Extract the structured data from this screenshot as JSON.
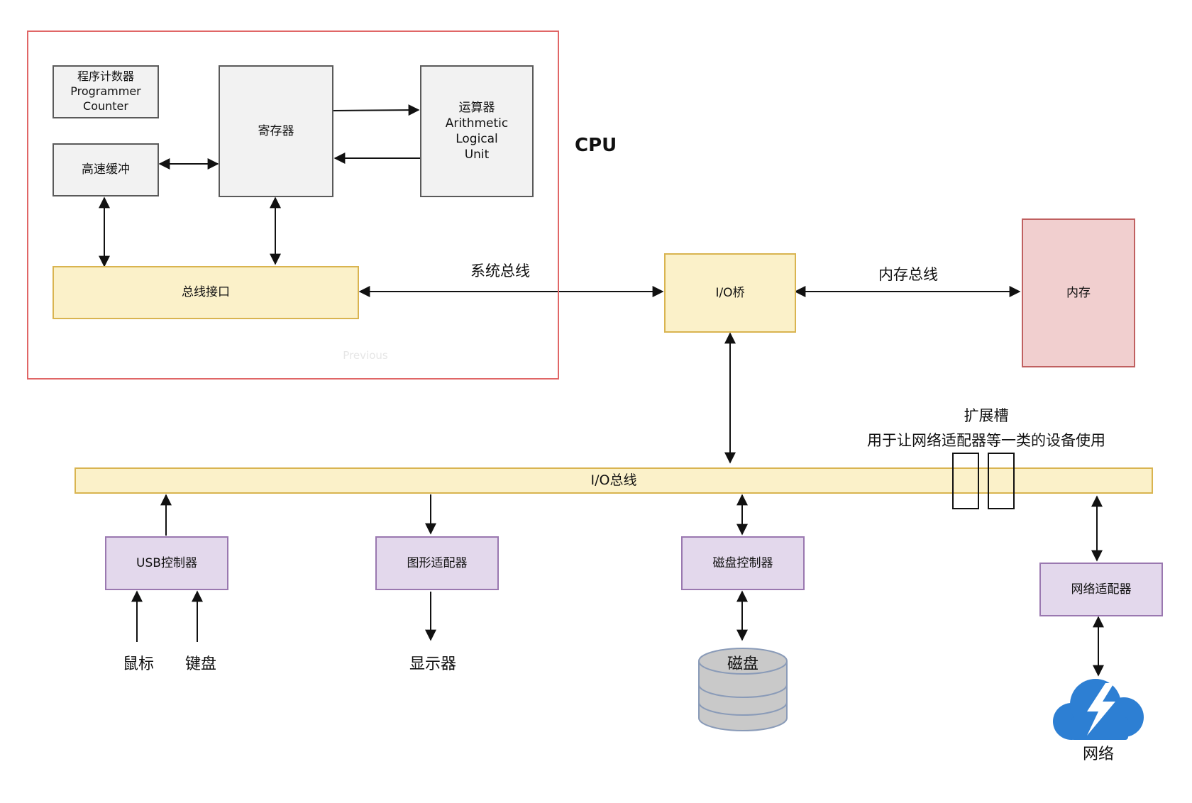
{
  "cpu": {
    "title": "CPU",
    "pc_lines": [
      "程序计数器",
      "Programmer",
      "Counter"
    ],
    "cache": "高速缓冲",
    "register": "寄存器",
    "alu_lines": [
      "运算器",
      "Arithmetic",
      "Logical",
      "Unit"
    ],
    "bus_interface": "总线接口",
    "watermark": "Previous"
  },
  "system_bus": "系统总线",
  "io_bridge": "I/O桥",
  "memory_bus": "内存总线",
  "memory": "内存",
  "io_bus": "I/O总线",
  "expansion": {
    "title": "扩展槽",
    "desc": "用于让网络适配器等一类的设备使用"
  },
  "controllers": {
    "usb": "USB控制器",
    "graphics": "图形适配器",
    "disk": "磁盘控制器",
    "network": "网络适配器"
  },
  "devices": {
    "mouse": "鼠标",
    "keyboard": "键盘",
    "display": "显示器",
    "disk": "磁盘",
    "network": "网络"
  },
  "colors": {
    "cpu_border": "#e06666",
    "gray_fill": "#f2f2f2",
    "yellow_fill": "#fbf1c9",
    "purple_fill": "#e3d8ec",
    "pink_fill": "#f1cfcf",
    "cloud": "#2d7fd3",
    "disk_fill": "#c9c9c9"
  },
  "icons": [
    "disk-icon",
    "cloud-lightning-icon"
  ]
}
